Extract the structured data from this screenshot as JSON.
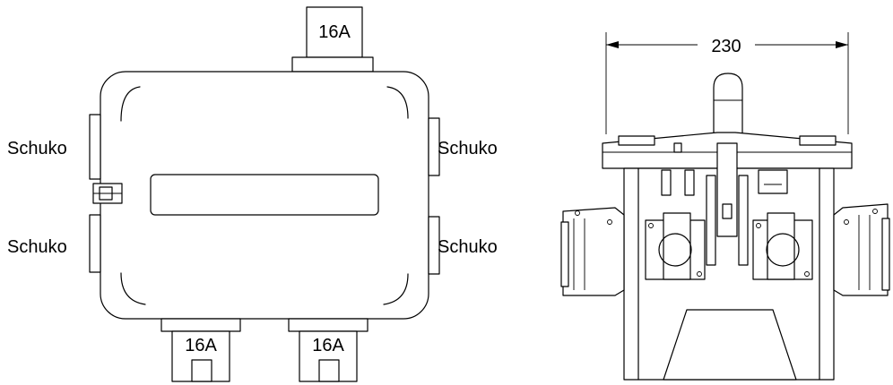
{
  "top_view": {
    "top_inlet_label": "16A",
    "left_upper_label": "Schuko",
    "left_lower_label": "Schuko",
    "right_upper_label": "Schuko",
    "right_lower_label": "Schuko",
    "bottom_left_label": "16A",
    "bottom_right_label": "16A"
  },
  "side_view": {
    "width_dimension": "230"
  }
}
